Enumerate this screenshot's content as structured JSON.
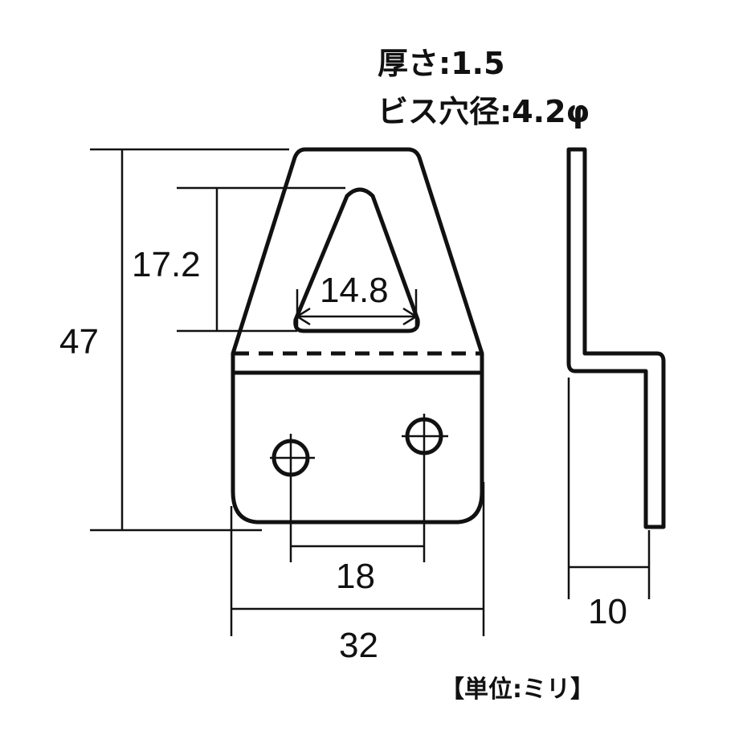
{
  "specs": {
    "thickness": "厚さ:1.5",
    "screw_hole": "ビス穴径:4.2φ"
  },
  "dimensions": {
    "total_height": "47",
    "slot_height": "17.2",
    "slot_width": "14.8",
    "hole_pitch": "18",
    "total_width": "32",
    "depth": "10"
  },
  "unit_note": "【単位:ミリ】"
}
